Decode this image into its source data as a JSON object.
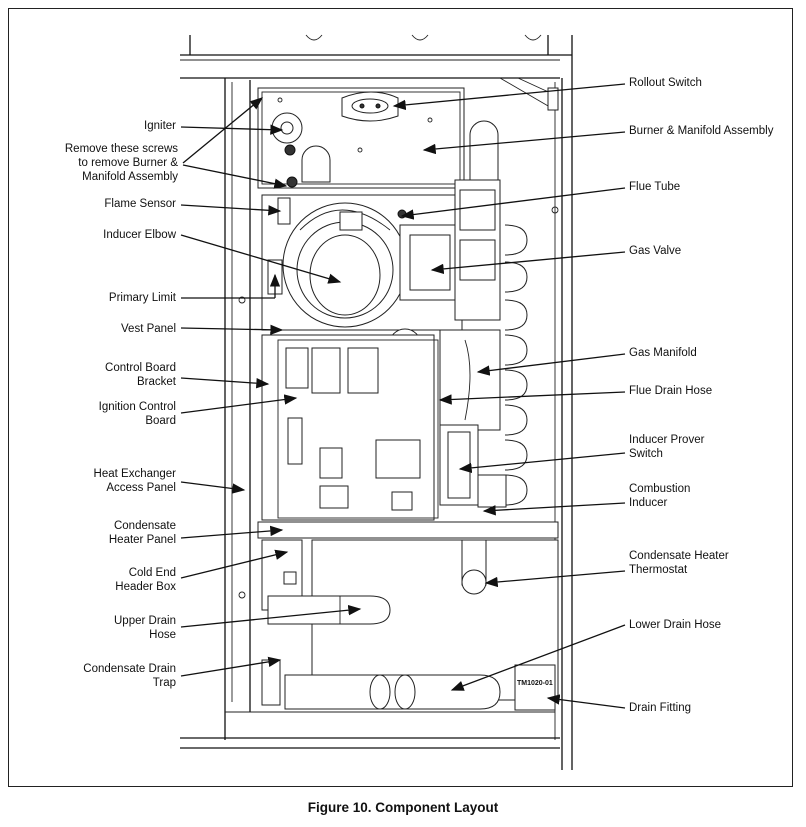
{
  "figure": {
    "caption": "Figure 10. Component Layout",
    "stamp": "TM1020-01"
  },
  "left_labels": [
    {
      "id": "igniter",
      "text": "Igniter"
    },
    {
      "id": "screws",
      "text": "Remove these screws\nto remove Burner &\nManifold Assembly"
    },
    {
      "id": "flame-sensor",
      "text": "Flame Sensor"
    },
    {
      "id": "inducer-elbow",
      "text": "Inducer Elbow"
    },
    {
      "id": "primary-limit",
      "text": "Primary Limit"
    },
    {
      "id": "vest-panel",
      "text": "Vest Panel"
    },
    {
      "id": "control-board-bracket",
      "text": "Control Board\nBracket"
    },
    {
      "id": "ignition-control-board",
      "text": "Ignition Control\nBoard"
    },
    {
      "id": "heat-exchanger-access-panel",
      "text": "Heat Exchanger\nAccess Panel"
    },
    {
      "id": "condensate-heater-panel",
      "text": "Condensate\nHeater Panel"
    },
    {
      "id": "cold-end-header-box",
      "text": "Cold End\nHeader Box"
    },
    {
      "id": "upper-drain-hose",
      "text": "Upper Drain\nHose"
    },
    {
      "id": "condensate-drain-trap",
      "text": "Condensate Drain\nTrap"
    }
  ],
  "right_labels": [
    {
      "id": "rollout-switch",
      "text": "Rollout Switch"
    },
    {
      "id": "burner-manifold-assembly",
      "text": "Burner & Manifold Assembly"
    },
    {
      "id": "flue-tube",
      "text": "Flue Tube"
    },
    {
      "id": "gas-valve",
      "text": "Gas Valve"
    },
    {
      "id": "gas-manifold",
      "text": "Gas Manifold"
    },
    {
      "id": "flue-drain-hose",
      "text": "Flue Drain Hose"
    },
    {
      "id": "inducer-prover-switch",
      "text": "Inducer Prover\nSwitch"
    },
    {
      "id": "combustion-inducer",
      "text": "Combustion\nInducer"
    },
    {
      "id": "condensate-heater-thermostat",
      "text": "Condensate Heater\nThermostat"
    },
    {
      "id": "lower-drain-hose",
      "text": "Lower Drain Hose"
    },
    {
      "id": "drain-fitting",
      "text": "Drain Fitting"
    }
  ]
}
